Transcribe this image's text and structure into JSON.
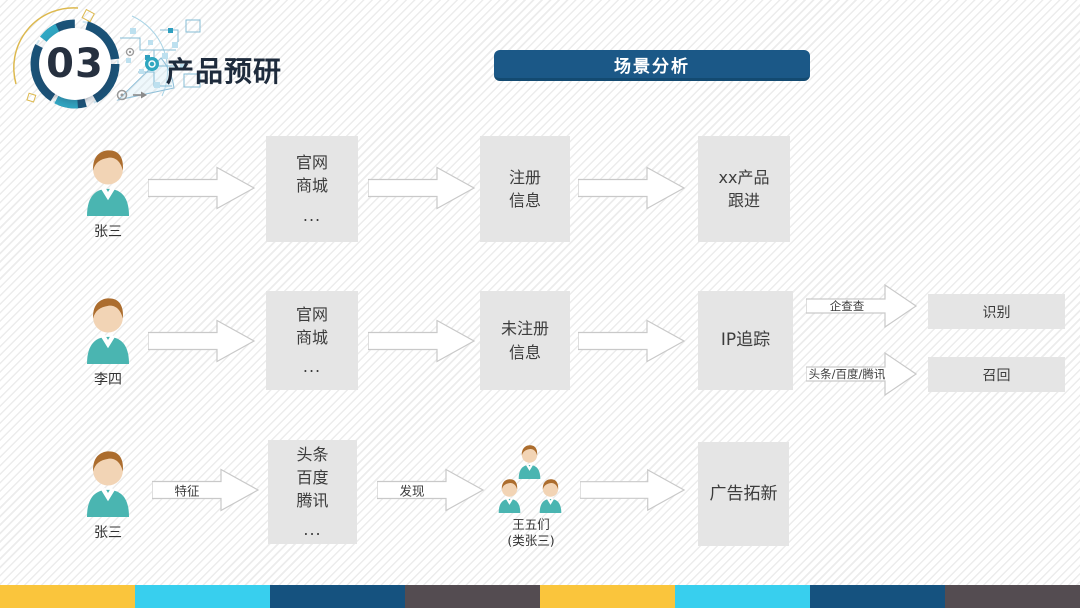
{
  "slide": {
    "badge_number": "03",
    "title": "产品预研",
    "banner": "场景分析"
  },
  "flow": {
    "row1": {
      "actor": "张三",
      "box1": {
        "line1": "官网",
        "line2": "商城",
        "line3": "..."
      },
      "box2": {
        "line1": "注册",
        "line2": "信息"
      },
      "box3": {
        "line1": "xx产品",
        "line2": "跟进"
      }
    },
    "row2": {
      "actor": "李四",
      "box1": {
        "line1": "官网",
        "line2": "商城",
        "line3": "..."
      },
      "box2": {
        "line1": "未注册",
        "line2": "信息"
      },
      "box3": "IP追踪",
      "branch_top": {
        "arrow_label": "企查查",
        "result": "识别"
      },
      "branch_bottom": {
        "arrow_label": "头条/百度/腾讯",
        "result": "召回"
      }
    },
    "row3": {
      "actor": "张三",
      "arrow1_label": "特征",
      "box1": {
        "line1": "头条",
        "line2": "百度",
        "line3": "腾讯",
        "line4": "..."
      },
      "arrow2_label": "发现",
      "group_label_line1": "王五们",
      "group_label_line2": "(类张三)",
      "box3": "广告拓新"
    }
  },
  "footer": {
    "stripe_colors": [
      "#FAC53C",
      "#38CFEE",
      "#15527F",
      "#544C51",
      "#FAC53C",
      "#38CFEE",
      "#15527F",
      "#544C51"
    ]
  },
  "colors": {
    "banner_bg": "#1B5887",
    "banner_edge": "#134A71",
    "box_bg": "#E5E5E5",
    "box_text": "#3C3C3C",
    "person_shirt": "#4AB5B1",
    "person_hair": "#AC6D2E",
    "person_skin": "#F2D4B5",
    "title_text": "#1E2B3C",
    "ring_blue": "#1B5378",
    "ring_teal": "#31A8C4",
    "arrow_stroke": "#C9C9C9",
    "badge_number": "#26303F"
  }
}
